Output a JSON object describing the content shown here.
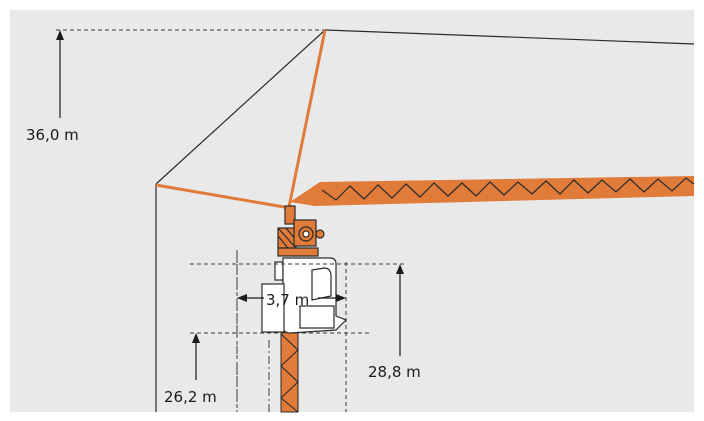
{
  "diagram": {
    "dimensions": {
      "max_hook_height": "36,0 m",
      "cab_width": "3,7 m",
      "cab_top_height": "28,8 m",
      "cab_bottom_height": "26,2 m"
    },
    "colors": {
      "background_panel": "#e9e9ea",
      "crane_orange": "#e07b39",
      "outline": "#2b2b2b",
      "dashed_lines": "#3a3a3a",
      "cab_fill": "#ffffff"
    }
  }
}
